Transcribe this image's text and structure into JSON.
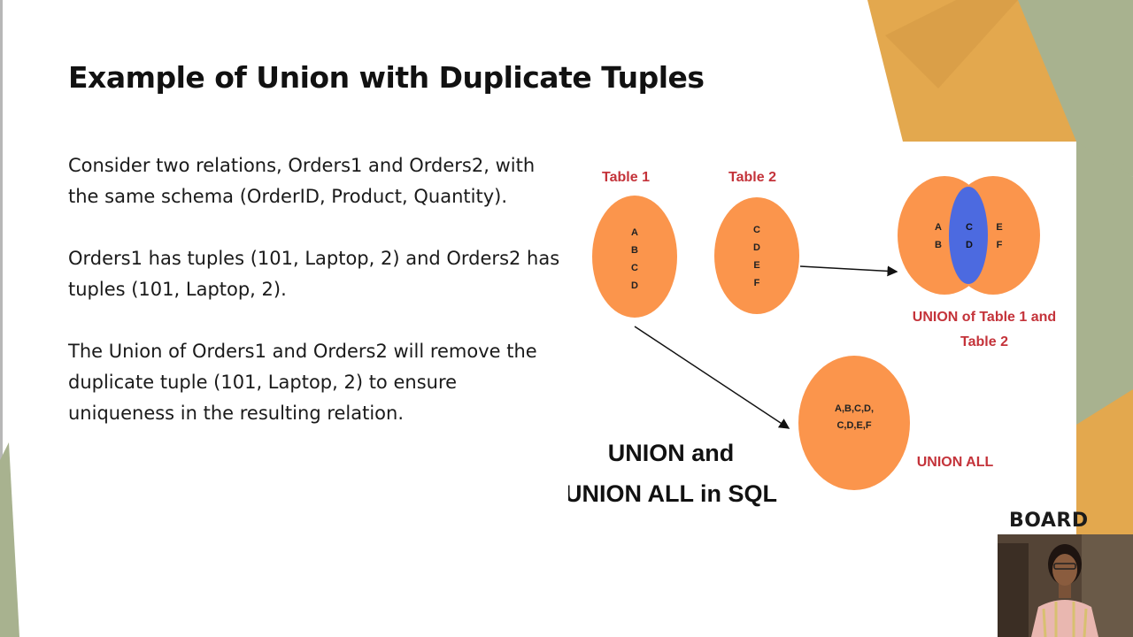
{
  "slide": {
    "title": "Example of Union with Duplicate Tuples",
    "paragraphs": [
      "Consider two relations, Orders1 and Orders2, with the same schema (OrderID, Product, Quantity).",
      "Orders1 has tuples (101, Laptop, 2) and Orders2 has tuples (101, Laptop, 2).",
      "The Union of Orders1 and Orders2 will remove the duplicate tuple (101, Laptop, 2) to ensure uniqueness in the resulting relation."
    ]
  },
  "figure": {
    "table1_label": "Table 1",
    "table1_items": [
      "A",
      "B",
      "C",
      "D"
    ],
    "table2_label": "Table 2",
    "table2_items": [
      "C",
      "D",
      "E",
      "F"
    ],
    "venn_left": [
      "A",
      "B"
    ],
    "venn_middle": [
      "C",
      "D"
    ],
    "venn_right": [
      "E",
      "F"
    ],
    "union_caption_line1": "UNION of Table 1 and",
    "union_caption_line2": "Table 2",
    "union_all_line1": "A,B,C,D,",
    "union_all_line2": "C,D,E,F",
    "union_all_label": "UNION ALL",
    "heading_line1": "UNION and",
    "heading_line2": "UNION ALL in SQL"
  },
  "logo": {
    "text": "BOARD"
  },
  "colors": {
    "circle_orange": "#fb954c",
    "overlap_blue": "#4c6ae0",
    "label_red": "#c4333a",
    "slide_gold": "#e3a84e",
    "slide_green": "#a8b28f"
  }
}
